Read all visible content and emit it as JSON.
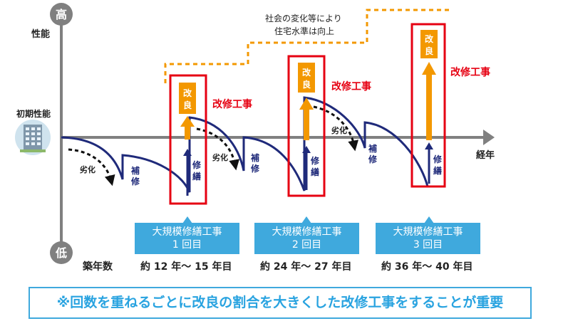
{
  "axis": {
    "y_high": "高",
    "y_low": "低",
    "y_label": "性能",
    "x_label": "経年",
    "initial_label": "初期性能",
    "years_label": "築年数"
  },
  "colors": {
    "navy": "#1f2a7a",
    "orange": "#f39800",
    "red": "#e60012",
    "blue": "#3fa9dd",
    "axis": "#808080"
  },
  "labels": {
    "improve": "改\n良",
    "repair": "修\n繕",
    "hoshu": "補\n修",
    "rekka": "劣化",
    "renovation": "改修工事",
    "society": [
      "社会の変化等により",
      "住宅水準は向上"
    ]
  },
  "rounds": [
    {
      "title": "大規模修繕工事",
      "count": "1 回目",
      "years": "約 12 年～ 15 年目"
    },
    {
      "title": "大規模修繕工事",
      "count": "2 回目",
      "years": "約 24 年～ 27 年目"
    },
    {
      "title": "大規模修繕工事",
      "count": "3 回目",
      "years": "約 36 年～ 40 年目"
    }
  ],
  "note": "※回数を重ねるごとに改良の割合を大きくした改修工事をすることが重要"
}
